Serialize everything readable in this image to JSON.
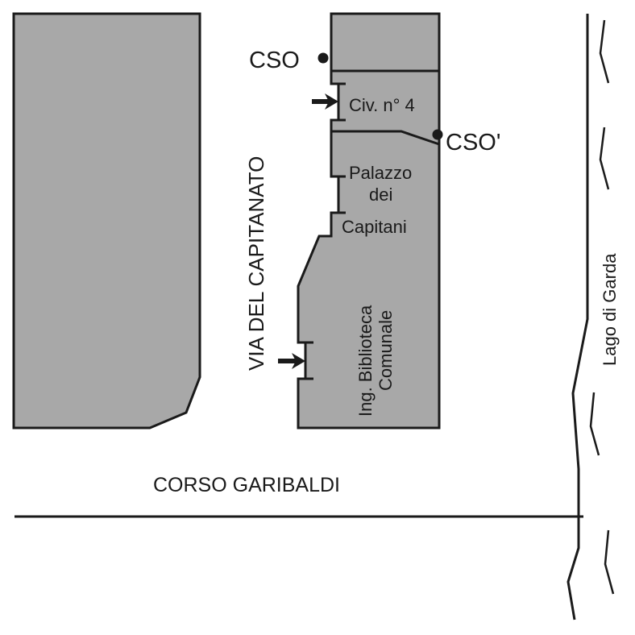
{
  "map": {
    "colors": {
      "building_fill": "#a8a8a8",
      "stroke": "#1a1a1a",
      "background": "#ffffff"
    },
    "streets": {
      "via": "VIA DEL CAPITANATO",
      "corso": "CORSO GARIBALDI"
    },
    "water": {
      "label": "Lago di Garda"
    },
    "points": {
      "cso": "CSO",
      "cso_prime": "CSO'"
    },
    "buildings": {
      "civ": "Civ. n° 4",
      "palazzo_line1": "Palazzo",
      "palazzo_line2": "dei",
      "palazzo_line3": "Capitani",
      "biblioteca_line1": "Ing. Biblioteca",
      "biblioteca_line2": "Comunale"
    },
    "icons": {
      "entrance": "arrow-right-icon",
      "survey_point": "dot-marker-icon"
    }
  }
}
